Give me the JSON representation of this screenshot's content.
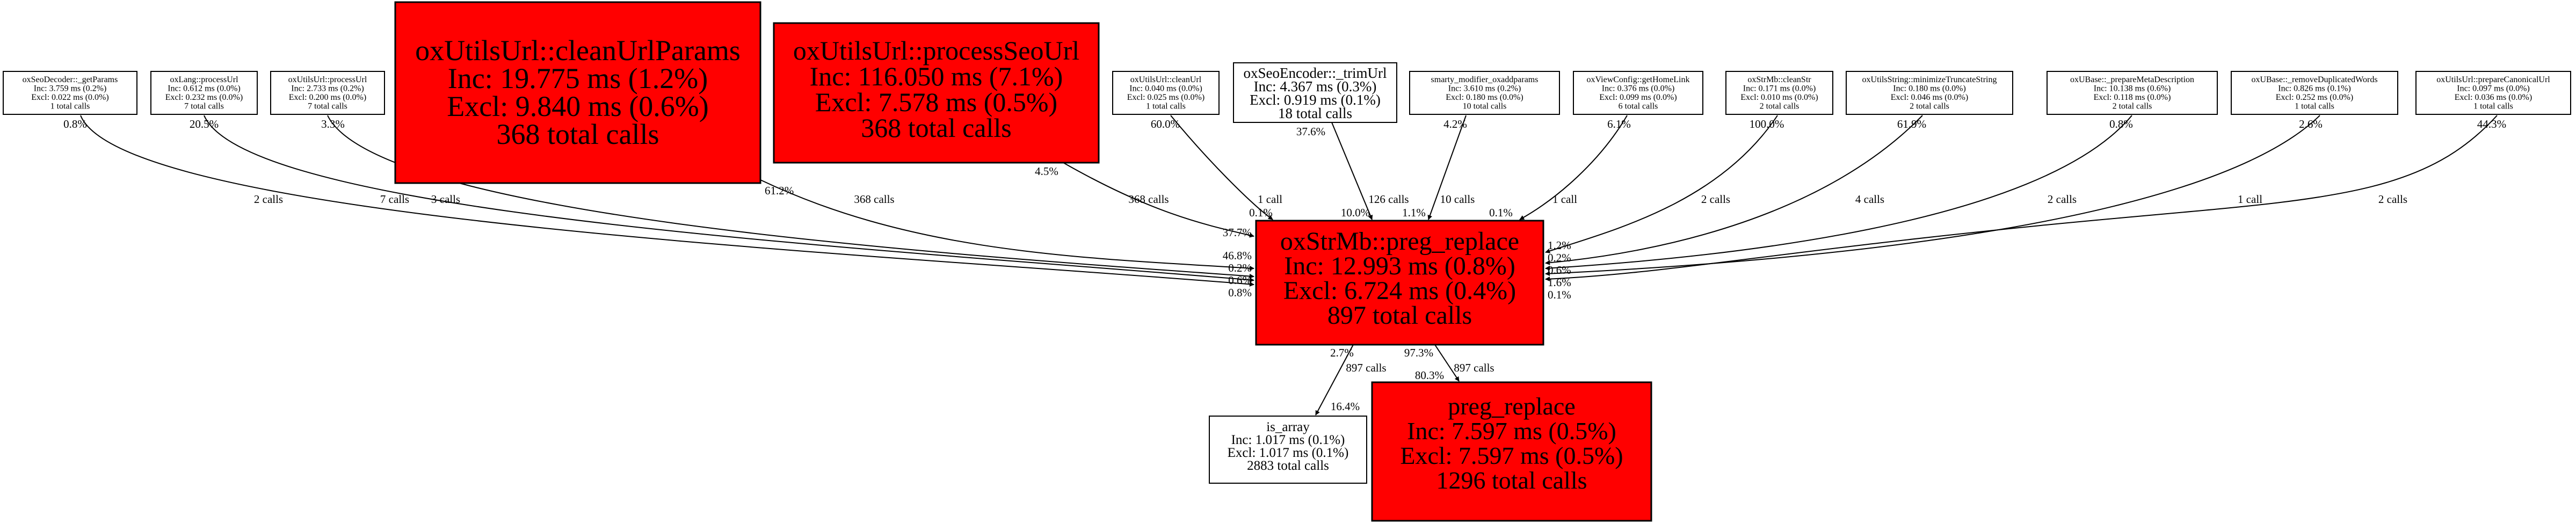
{
  "graph_title": "",
  "colors": {
    "hot": "#ff0000",
    "normal": "#ffffff",
    "stroke": "#000000"
  },
  "nodes": [
    {
      "id": "getParams",
      "name": "oxSeoDecoder::_getParams",
      "inc": "Inc: 3.759 ms (0.2%)",
      "excl": "Excl: 0.022 ms (0.0%)",
      "calls": "1 total calls",
      "hot": false
    },
    {
      "id": "langProcessUrl",
      "name": "oxLang::processUrl",
      "inc": "Inc: 0.612 ms (0.0%)",
      "excl": "Excl: 0.232 ms (0.0%)",
      "calls": "7 total calls",
      "hot": false
    },
    {
      "id": "utilsProcessUrl",
      "name": "oxUtilsUrl::processUrl",
      "inc": "Inc: 2.733 ms (0.2%)",
      "excl": "Excl: 0.200 ms (0.0%)",
      "calls": "7 total calls",
      "hot": false
    },
    {
      "id": "cleanUrlParams",
      "name": "oxUtilsUrl::cleanUrlParams",
      "inc": "Inc: 19.775 ms (1.2%)",
      "excl": "Excl: 9.840 ms (0.6%)",
      "calls": "368 total calls",
      "hot": true
    },
    {
      "id": "processSeoUrl",
      "name": "oxUtilsUrl::processSeoUrl",
      "inc": "Inc: 116.050 ms (7.1%)",
      "excl": "Excl: 7.578 ms (0.5%)",
      "calls": "368 total calls",
      "hot": true
    },
    {
      "id": "cleanUrl",
      "name": "oxUtilsUrl::cleanUrl",
      "inc": "Inc: 0.040 ms (0.0%)",
      "excl": "Excl: 0.025 ms (0.0%)",
      "calls": "1 total calls",
      "hot": false
    },
    {
      "id": "trimUrl",
      "name": "oxSeoEncoder::_trimUrl",
      "inc": "Inc: 4.367 ms (0.3%)",
      "excl": "Excl: 0.919 ms (0.1%)",
      "calls": "18 total calls",
      "hot": false
    },
    {
      "id": "smarty",
      "name": "smarty_modifier_oxaddparams",
      "inc": "Inc: 3.610 ms (0.2%)",
      "excl": "Excl: 0.180 ms (0.0%)",
      "calls": "10 total calls",
      "hot": false
    },
    {
      "id": "getHomeLink",
      "name": "oxViewConfig::getHomeLink",
      "inc": "Inc: 0.376 ms (0.0%)",
      "excl": "Excl: 0.099 ms (0.0%)",
      "calls": "6 total calls",
      "hot": false
    },
    {
      "id": "cleanStr",
      "name": "oxStrMb::cleanStr",
      "inc": "Inc: 0.171 ms (0.0%)",
      "excl": "Excl: 0.010 ms (0.0%)",
      "calls": "2 total calls",
      "hot": false
    },
    {
      "id": "minimize",
      "name": "oxUtilsString::minimizeTruncateString",
      "inc": "Inc: 0.180 ms (0.0%)",
      "excl": "Excl: 0.046 ms (0.0%)",
      "calls": "2 total calls",
      "hot": false
    },
    {
      "id": "prepareMeta",
      "name": "oxUBase::_prepareMetaDescription",
      "inc": "Inc: 10.138 ms (0.6%)",
      "excl": "Excl: 0.118 ms (0.0%)",
      "calls": "2 total calls",
      "hot": false
    },
    {
      "id": "removeDup",
      "name": "oxUBase::_removeDuplicatedWords",
      "inc": "Inc: 0.826 ms (0.1%)",
      "excl": "Excl: 0.252 ms (0.0%)",
      "calls": "1 total calls",
      "hot": false
    },
    {
      "id": "canonical",
      "name": "oxUtilsUrl::prepareCanonicalUrl",
      "inc": "Inc: 0.097 ms (0.0%)",
      "excl": "Excl: 0.036 ms (0.0%)",
      "calls": "1 total calls",
      "hot": false
    },
    {
      "id": "strmbPreg",
      "name": "oxStrMb::preg_replace",
      "inc": "Inc: 12.993 ms (0.8%)",
      "excl": "Excl: 6.724 ms (0.4%)",
      "calls": "897 total calls",
      "hot": true
    },
    {
      "id": "isArray",
      "name": "is_array",
      "inc": "Inc: 1.017 ms (0.1%)",
      "excl": "Excl: 1.017 ms (0.1%)",
      "calls": "2883 total calls",
      "hot": false
    },
    {
      "id": "pregReplace",
      "name": "preg_replace",
      "inc": "Inc: 7.597 ms (0.5%)",
      "excl": "Excl: 7.597 ms (0.5%)",
      "calls": "1296 total calls",
      "hot": true
    }
  ],
  "edges": [
    {
      "id": "e1",
      "from": "getParams",
      "to": "strmbPreg",
      "calls": "2 calls",
      "tail_pct": "0.8%",
      "head_pct": "0.8%"
    },
    {
      "id": "e2",
      "from": "langProcessUrl",
      "to": "strmbPreg",
      "calls": "7 calls",
      "tail_pct": "20.5%",
      "head_pct": "0.6%"
    },
    {
      "id": "e3",
      "from": "utilsProcessUrl",
      "to": "strmbPreg",
      "calls": "3 calls",
      "tail_pct": "3.3%",
      "head_pct": "0.2%"
    },
    {
      "id": "e4",
      "from": "cleanUrlParams",
      "to": "strmbPreg",
      "calls": "368 calls",
      "tail_pct": "61.2%",
      "head_pct": "46.8%"
    },
    {
      "id": "e5",
      "from": "processSeoUrl",
      "to": "strmbPreg",
      "calls": "368 calls",
      "tail_pct": "4.5%",
      "head_pct": "37.7%"
    },
    {
      "id": "e6",
      "from": "cleanUrl",
      "to": "strmbPreg",
      "calls": "1 call",
      "tail_pct": "60.0%",
      "head_pct": "0.1%"
    },
    {
      "id": "e7",
      "from": "trimUrl",
      "to": "strmbPreg",
      "calls": "126 calls",
      "tail_pct": "37.6%",
      "head_pct": "10.0%"
    },
    {
      "id": "e8",
      "from": "smarty",
      "to": "strmbPreg",
      "calls": "10 calls",
      "tail_pct": "4.2%",
      "head_pct": "1.1%"
    },
    {
      "id": "e9",
      "from": "getHomeLink",
      "to": "strmbPreg",
      "calls": "1 call",
      "tail_pct": "6.1%",
      "head_pct": "0.1%"
    },
    {
      "id": "e10",
      "from": "cleanStr",
      "to": "strmbPreg",
      "calls": "2 calls",
      "tail_pct": "100.0%",
      "head_pct": "1.2%"
    },
    {
      "id": "e11",
      "from": "minimize",
      "to": "strmbPreg",
      "calls": "4 calls",
      "tail_pct": "61.9%",
      "head_pct": "0.2%"
    },
    {
      "id": "e12",
      "from": "prepareMeta",
      "to": "strmbPreg",
      "calls": "2 calls",
      "tail_pct": "0.8%",
      "head_pct": "0.6%"
    },
    {
      "id": "e13",
      "from": "removeDup",
      "to": "strmbPreg",
      "calls": "1 call",
      "tail_pct": "2.6%",
      "head_pct": "1.6%"
    },
    {
      "id": "e14",
      "from": "canonical",
      "to": "strmbPreg",
      "calls": "2 calls",
      "tail_pct": "44.3%",
      "head_pct": "0.1%"
    },
    {
      "id": "e15",
      "from": "strmbPreg",
      "to": "isArray",
      "calls": "897 calls",
      "tail_pct": "2.7%",
      "head_pct": "16.4%"
    },
    {
      "id": "e16",
      "from": "strmbPreg",
      "to": "pregReplace",
      "calls": "897 calls",
      "tail_pct": "97.3%",
      "head_pct": "80.3%"
    }
  ]
}
